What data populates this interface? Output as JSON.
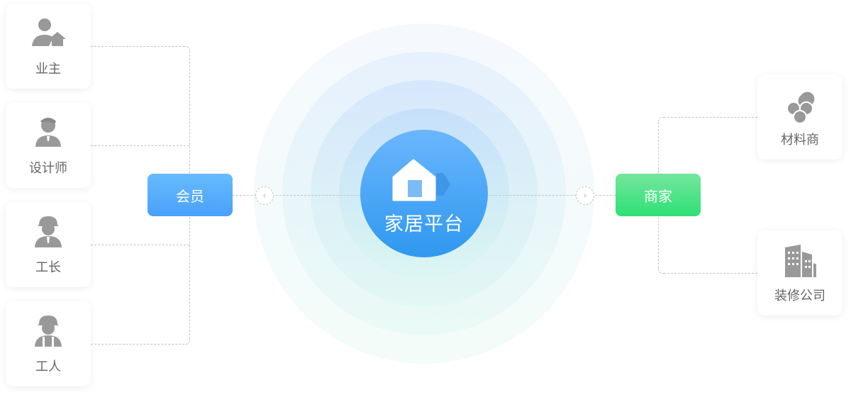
{
  "center": {
    "label": "家居平台",
    "icon": "house-icon"
  },
  "left_hub": {
    "label": "会员",
    "color": "#4aa3fb"
  },
  "right_hub": {
    "label": "商家",
    "color": "#35e17a"
  },
  "members": [
    {
      "label": "业主",
      "icon": "owner-icon"
    },
    {
      "label": "设计师",
      "icon": "designer-icon"
    },
    {
      "label": "工长",
      "icon": "foreman-icon"
    },
    {
      "label": "工人",
      "icon": "worker-icon"
    }
  ],
  "merchants": [
    {
      "label": "材料商",
      "icon": "materials-icon"
    },
    {
      "label": "装修公司",
      "icon": "company-icon"
    }
  ]
}
